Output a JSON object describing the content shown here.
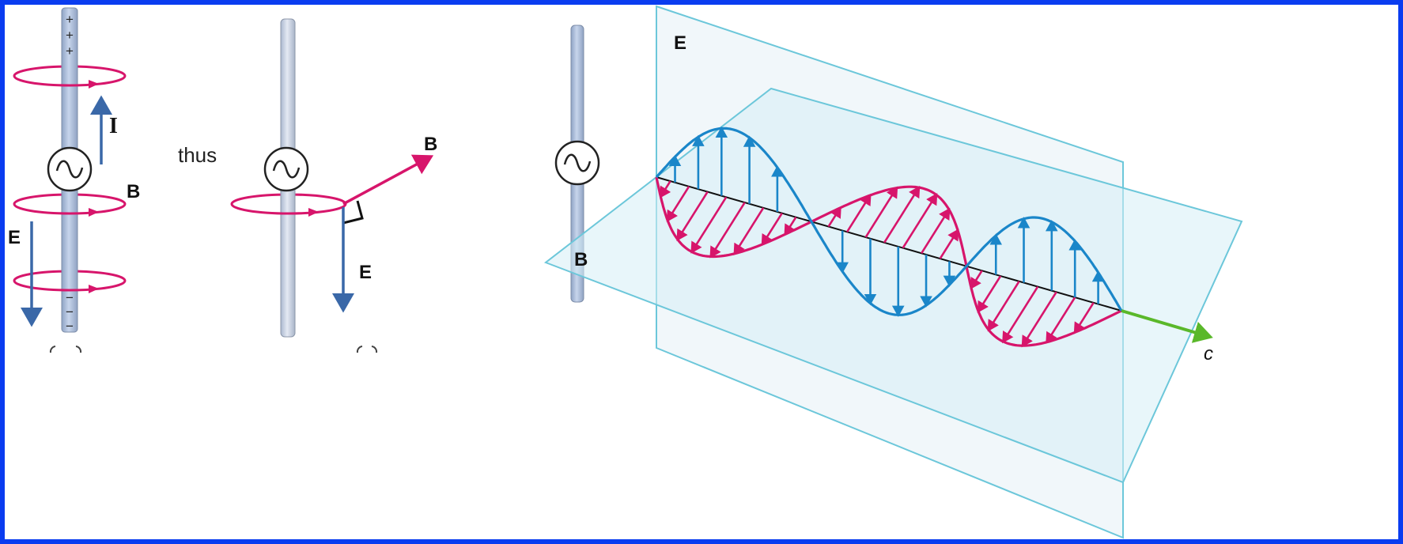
{
  "colors": {
    "frame": "#0a3cf0",
    "wire": "#c9d3e6",
    "magnetic": "#d7156b",
    "electric_arrow": "#3a68a8",
    "wave_e": "#1a86c9",
    "propagation": "#5ab82a",
    "plane": "#6cc7da"
  },
  "panel_a": {
    "charges_top": [
      "+",
      "+",
      "+"
    ],
    "charges_bottom": [
      "−",
      "−",
      "−"
    ],
    "current_label": "I",
    "field_b_label": "B",
    "field_e_label": "E",
    "source_symbol": "∿"
  },
  "connector": "thus",
  "panel_b": {
    "field_b_label": "B",
    "field_e_label": "E",
    "source_symbol": "∿"
  },
  "panel_c": {
    "plane_e_label": "E",
    "plane_b_label": "B",
    "speed_label": "c",
    "source_symbol": "∿"
  }
}
